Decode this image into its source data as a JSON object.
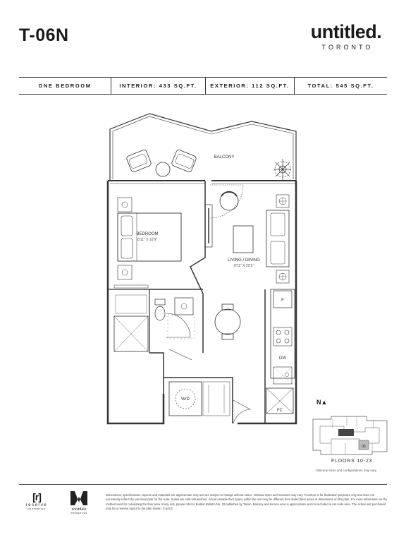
{
  "header": {
    "unit_name": "T-06N",
    "brand_name": "untitled.",
    "brand_city": "TORONTO"
  },
  "specs": {
    "type": "ONE BEDROOM",
    "interior": "INTERIOR: 433 SQ.FT.",
    "exterior": "EXTERIOR: 112 SQ.FT.",
    "total": "TOTAL: 545 SQ.FT."
  },
  "plan": {
    "balcony_label": "BALCONY",
    "bedroom_label": "BEDROOM",
    "bedroom_dims": "8'11\" X 10'9\"",
    "living_label": "LIVING / DINING",
    "living_dims": "8'11\" X 20'1\"",
    "fridge_label": "F",
    "dishwasher_label": "DW",
    "washer_dryer_label": "W/D",
    "fan_coil_label": "FC"
  },
  "key_plan": {
    "north_label": "N▲",
    "unit_tag": "06",
    "floors": "FLOORS 10-23",
    "note": "Balcony sizes and configurations may vary."
  },
  "footer": {
    "reserve_mark": "[r]",
    "reserve_name": "reserve",
    "reserve_sub": "PROPERTIES",
    "westdale_name": "westdale",
    "westdale_sub": "PROPERTIES",
    "disclaimer": "Dimensions, specifications, layouts and materials are approximate only and are subject to change without notice. Window sizes and locations may vary. Furniture is for illustration purposes only and does not necessarily reflect the electrical plan for the suite. Suites are sold unfurnished. Actual useable floor space within the unit may be different from stated floor areas or dimensions on this plan. For more information on the method used for calculating the floor area of any unit, please refer to Builder Bulletin No. 22 published by Tarion. Balcony and terrace area is approximate and not included in net suite area. The actual unit purchased may be a reverse layout to the plan shown. E.&O.E."
  }
}
